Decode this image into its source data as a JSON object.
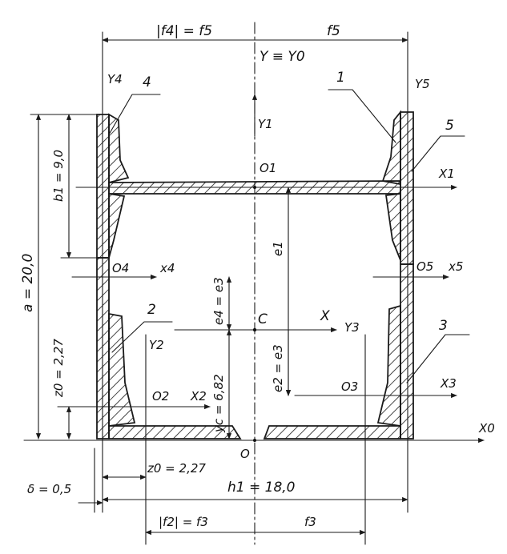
{
  "labels": {
    "f4_eq_f5": "|f4| = f5",
    "f5_top": "f5",
    "y_eq_y0": "Y ≡ Y0",
    "y4": "Y4",
    "n4": "4",
    "n1": "1",
    "y5": "Y5",
    "n5": "5",
    "y1": "Y1",
    "o1": "O1",
    "x1": "X1",
    "b1": "b1 = 9,0",
    "a": "a = 20,0",
    "o4": "O4",
    "x4": "x4",
    "e1": "e1",
    "o5": "O5",
    "x5": "x5",
    "e4": "e4 = e3",
    "n2": "2",
    "c": "C",
    "x": "X",
    "y3": "Y3",
    "n3": "3",
    "y2": "Y2",
    "z0_left": "z0 = 2,27",
    "e2": "e2 = e3",
    "yc": "yc = 6,82",
    "o2": "O2",
    "x2": "X2",
    "o3": "O3",
    "x3": "X3",
    "x0": "X0",
    "o": "O",
    "z0_bottom": "z0 = 2,27",
    "delta": "δ = 0,5",
    "h1": "h1 = 18,0",
    "f2_eq_f3": "|f2| = f3",
    "f3_bottom": "f3"
  }
}
